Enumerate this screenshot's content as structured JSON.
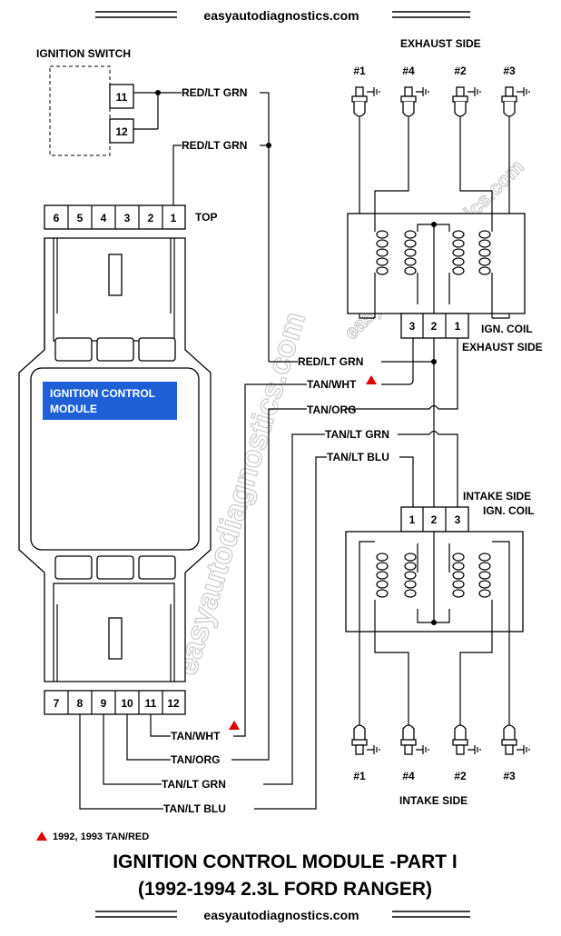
{
  "header": {
    "site": "easyautodiagnostics.com"
  },
  "footer": {
    "site": "easyautodiagnostics.com"
  },
  "ignition_switch": {
    "label": "IGNITION SWITCH",
    "pins": [
      "11",
      "12"
    ]
  },
  "module": {
    "label_line1": "IGNITION CONTROL",
    "label_line2": "MODULE",
    "label_bg": "#1e5fd6",
    "top_label": "TOP",
    "top_pins": [
      "6",
      "5",
      "4",
      "3",
      "2",
      "1"
    ],
    "bottom_pins": [
      "7",
      "8",
      "9",
      "10",
      "11",
      "12"
    ]
  },
  "exhaust_side": {
    "title": "EXHAUST SIDE",
    "cylinders": [
      "#1",
      "#4",
      "#2",
      "#3"
    ],
    "coil_label_line1": "IGN. COIL",
    "coil_label_line2": "EXHAUST SIDE",
    "coil_pins": [
      "3",
      "2",
      "1"
    ]
  },
  "intake_side": {
    "title": "INTAKE SIDE",
    "cylinders": [
      "#1",
      "#4",
      "#2",
      "#3"
    ],
    "coil_label_line1": "INTAKE SIDE",
    "coil_label_line2": "IGN. COIL",
    "coil_pins": [
      "1",
      "2",
      "3"
    ]
  },
  "wires": {
    "switch_out": "RED/LT GRN",
    "module_in": "RED/LT GRN",
    "coil_feed": "RED/LT GRN",
    "tan_wht_top": "TAN/WHT",
    "tan_org_top": "TAN/ORG",
    "tan_ltgrn_top": "TAN/LT GRN",
    "tan_ltblu_top": "TAN/LT BLU",
    "tan_wht_bottom": "TAN/WHT",
    "tan_org_bottom": "TAN/ORG",
    "tan_ltgrn_bottom": "TAN/LT GRN",
    "tan_ltblu_bottom": "TAN/LT BLU"
  },
  "note": {
    "text": "1992, 1993 TAN/RED",
    "marker_color": "#e00000"
  },
  "title": {
    "line1": "IGNITION CONTROL MODULE -PART I",
    "line2": "(1992-1994 2.3L FORD RANGER)"
  },
  "watermark": "easyautodiagnostics.com"
}
